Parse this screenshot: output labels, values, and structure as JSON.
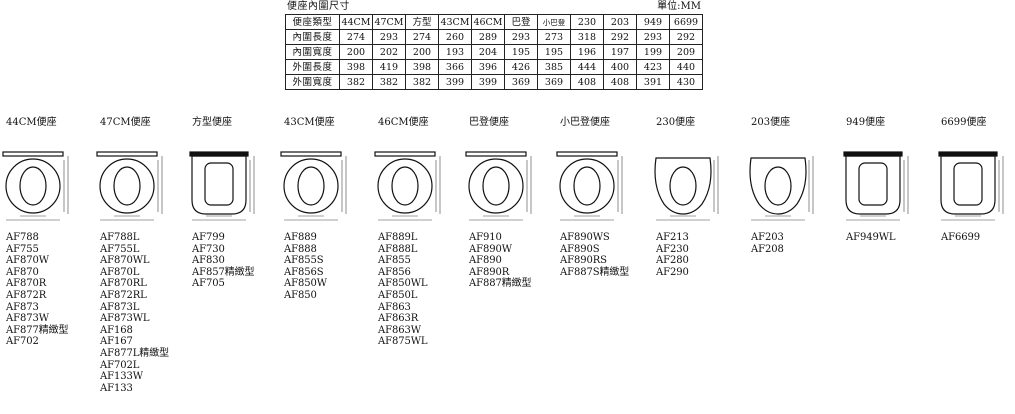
{
  "spec_table": {
    "title": "便座內圍尺寸",
    "unit": "單位:MM",
    "header": [
      "便座類型",
      "44CM",
      "47CM",
      "方型",
      "43CM",
      "46CM",
      "巴登",
      "小巴登",
      "230",
      "203",
      "949",
      "6699"
    ],
    "rows": [
      {
        "label": "內圍長度",
        "values": [
          "274",
          "293",
          "274",
          "260",
          "289",
          "293",
          "273",
          "318",
          "292",
          "293",
          "292"
        ]
      },
      {
        "label": "內圍寬度",
        "values": [
          "200",
          "202",
          "200",
          "193",
          "204",
          "195",
          "195",
          "196",
          "197",
          "199",
          "209"
        ]
      },
      {
        "label": "外圍長度",
        "values": [
          "398",
          "419",
          "398",
          "366",
          "396",
          "426",
          "385",
          "444",
          "400",
          "423",
          "440"
        ]
      },
      {
        "label": "外圍寬度",
        "values": [
          "382",
          "382",
          "382",
          "399",
          "399",
          "369",
          "369",
          "408",
          "408",
          "391",
          "430"
        ]
      }
    ]
  },
  "seats": [
    {
      "title": "44CM便座",
      "shape": "round",
      "models": [
        "AF788",
        "AF755",
        "AF870W",
        "AF870",
        "AF870R",
        "AF872R",
        "AF873",
        "AF873W",
        "AF877精緻型",
        "AF702"
      ]
    },
    {
      "title": "47CM便座",
      "shape": "round",
      "models": [
        "AF788L",
        "AF755L",
        "AF870WL",
        "AF870L",
        "AF870RL",
        "AF872RL",
        "AF873L",
        "AF873WL",
        "AF168",
        "AF167",
        "AF877L精緻型",
        "AF702L",
        "AF133W",
        "AF133"
      ]
    },
    {
      "title": "方型便座",
      "shape": "square",
      "models": [
        "AF799",
        "AF730",
        "AF830",
        "AF857精緻型",
        "AF705"
      ]
    },
    {
      "title": "43CM便座",
      "shape": "round",
      "models": [
        "AF889",
        "AF888",
        "AF855S",
        "AF856S",
        "AF850W",
        "AF850"
      ]
    },
    {
      "title": "46CM便座",
      "shape": "round",
      "models": [
        "AF889L",
        "AF888L",
        "AF855",
        "AF856",
        "AF850WL",
        "AF850L",
        "AF863",
        "AF863R",
        "AF863W",
        "AF875WL"
      ]
    },
    {
      "title": "巴登便座",
      "shape": "round",
      "models": [
        "AF910",
        "AF890W",
        "AF890",
        "AF890R",
        "AF887精緻型"
      ]
    },
    {
      "title": "小巴登便座",
      "shape": "round",
      "models": [
        "AF890WS",
        "AF890S",
        "AF890RS",
        "AF887S精緻型"
      ]
    },
    {
      "title": "230便座",
      "shape": "flat",
      "models": [
        "AF213",
        "AF230",
        "AF280",
        "AF290"
      ]
    },
    {
      "title": "203便座",
      "shape": "flat",
      "models": [
        "AF203",
        "AF208"
      ]
    },
    {
      "title": "949便座",
      "shape": "square",
      "models": [
        "AF949WL"
      ]
    },
    {
      "title": "6699便座",
      "shape": "square",
      "models": [
        "AF6699"
      ]
    }
  ]
}
